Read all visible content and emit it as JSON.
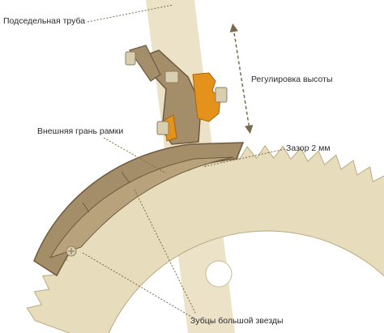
{
  "labels": {
    "seat_tube": "Подседельная труба",
    "height_adjustment": "Регулировка высоты",
    "frame_outer_edge": "Внешняя грань рамки",
    "gap": "Зазор 2 мм",
    "big_chainring_teeth": "Зубцы большой звезды"
  },
  "colors": {
    "background": "#ffffff",
    "tube": "#ebe2c8",
    "chainring": "#e7dcbb",
    "chainring_edge": "#b8aa82",
    "derailleur": "#a48e6a",
    "derailleur_dark": "#6e5a3c",
    "bolt": "#d9ceb0",
    "clamp": "#e4921c",
    "leader": "#7a6a4a"
  }
}
